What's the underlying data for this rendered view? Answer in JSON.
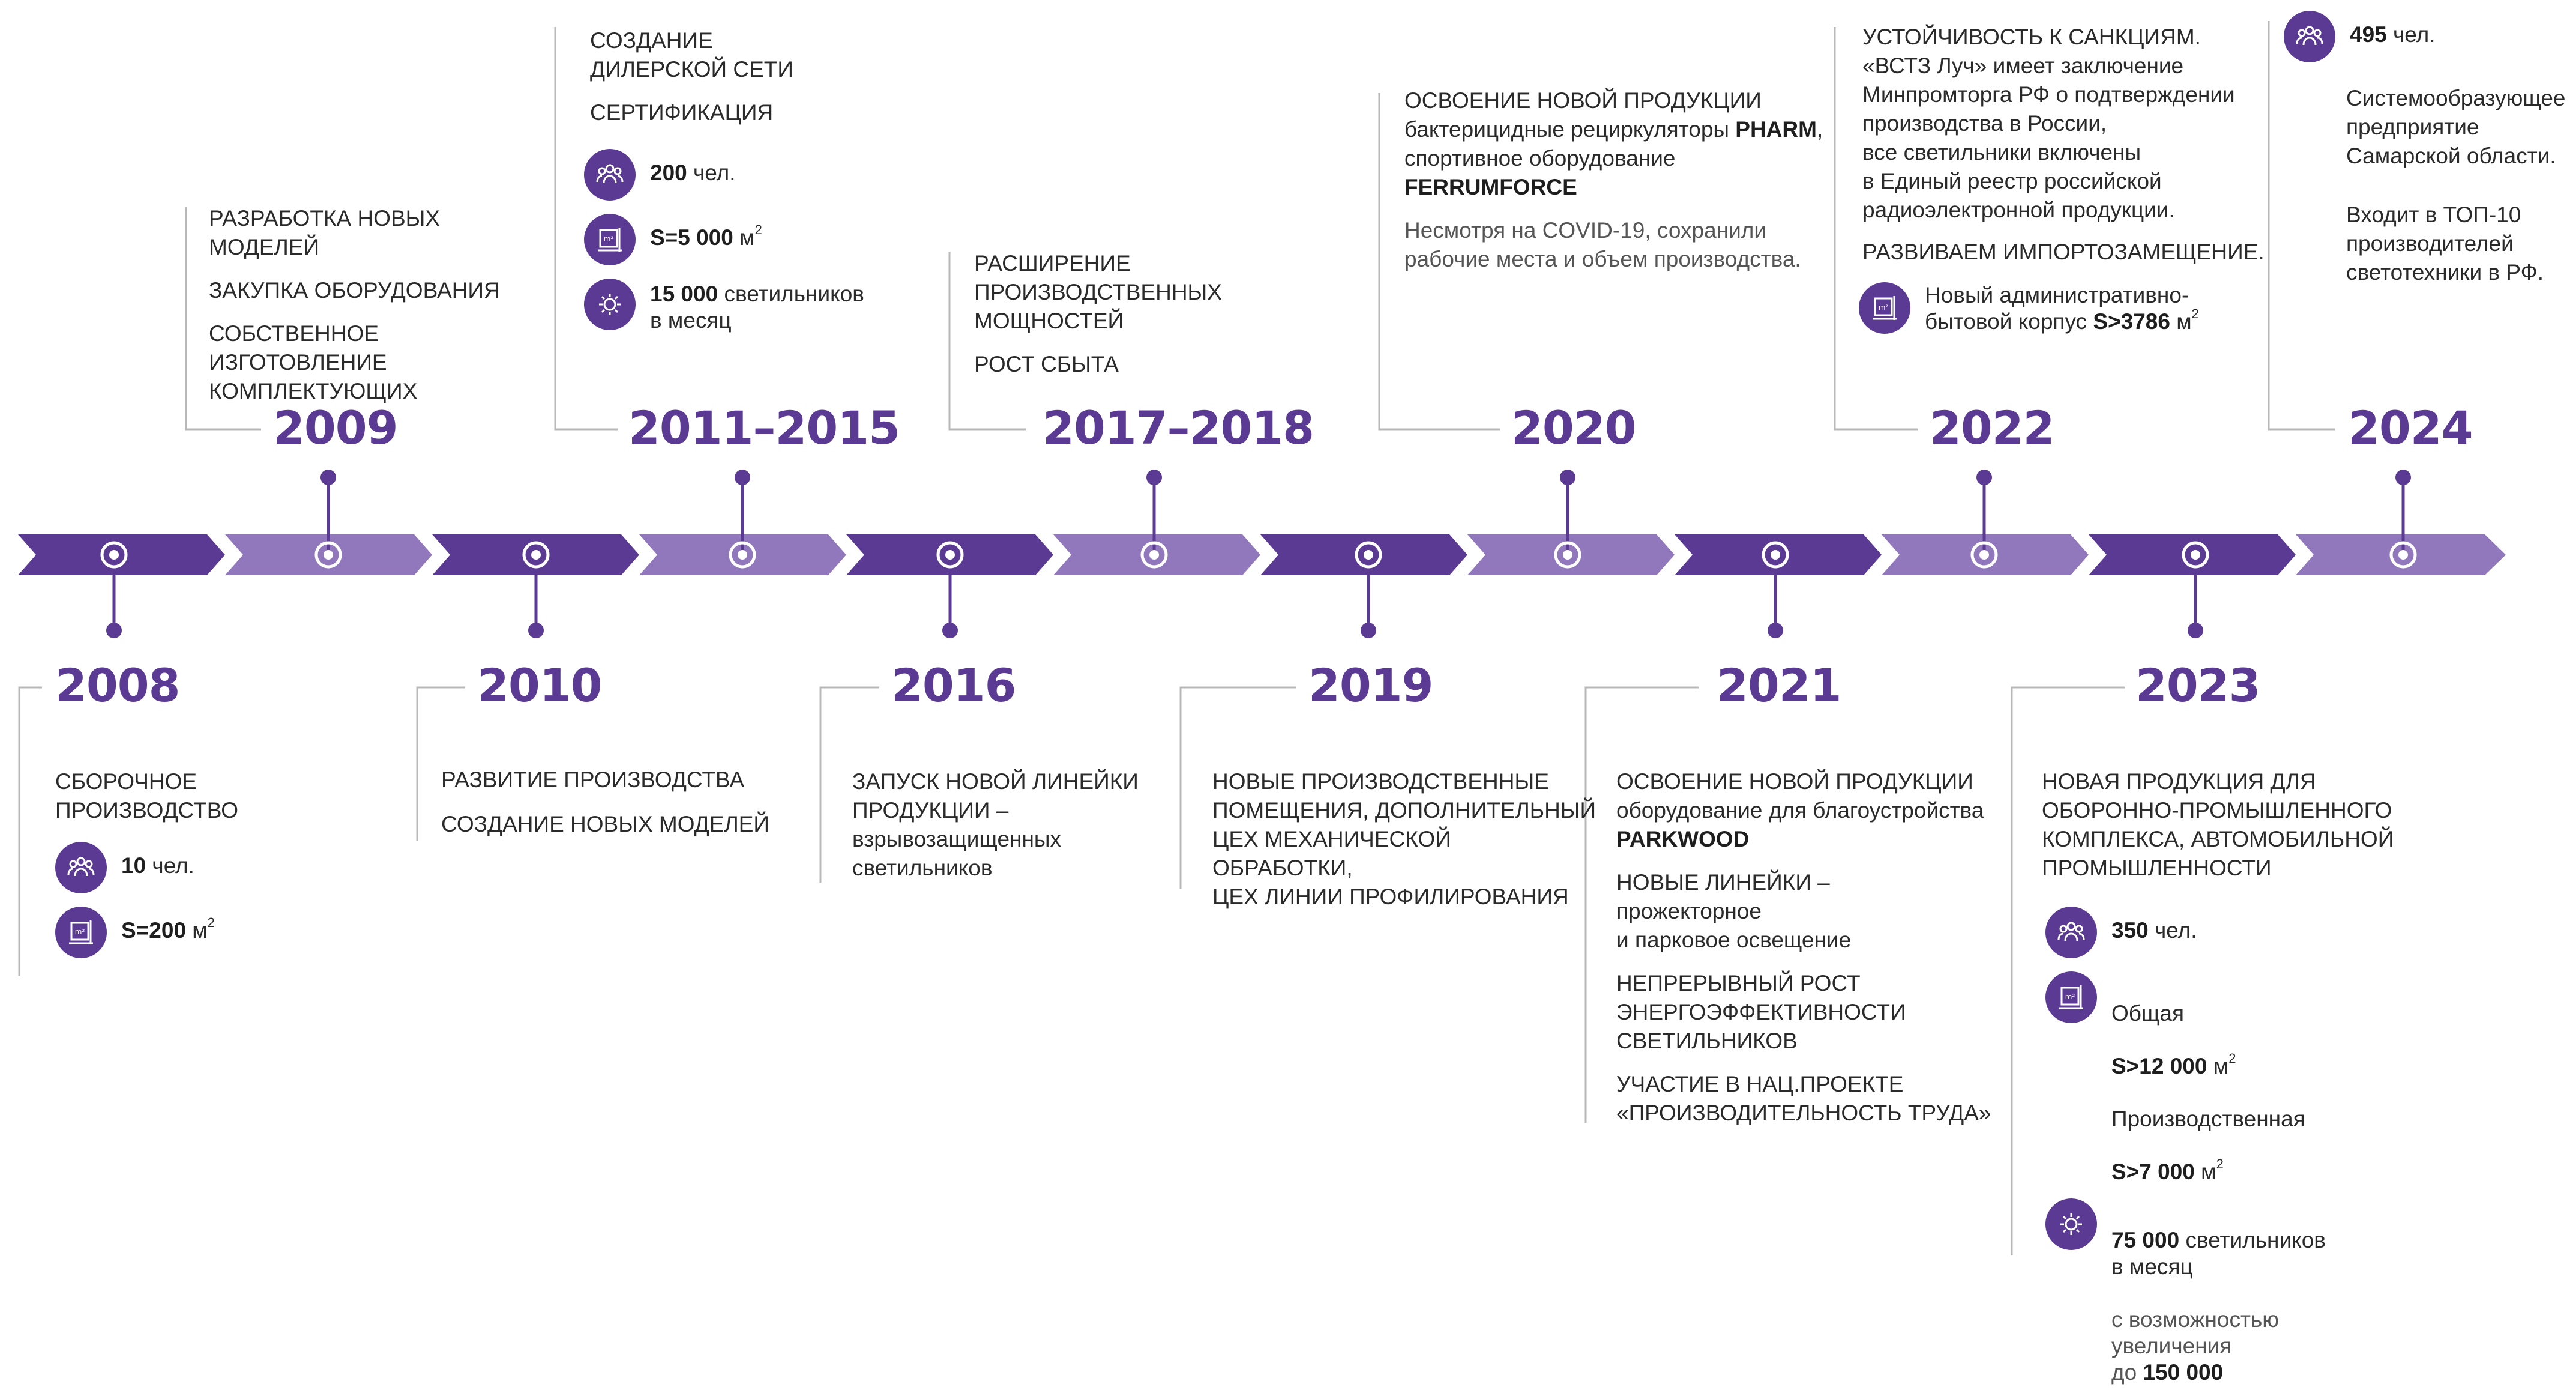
{
  "colors": {
    "dark_arrow": "#5b3a93",
    "light_arrow": "#9177bb",
    "year_text": "#5b3a93",
    "connector": "#b5b5b5"
  },
  "years": {
    "y2008": "2008",
    "y2009": "2009",
    "y2010": "2010",
    "y2011": "2011–2015",
    "y2016": "2016",
    "y2017": "2017–2018",
    "y2019": "2019",
    "y2020": "2020",
    "y2021": "2021",
    "y2022": "2022",
    "y2023": "2023",
    "y2024": "2024"
  },
  "e2008": {
    "line1": "СБОРОЧНОЕ\nПРОИЗВОДСТВО",
    "people_value": "10",
    "people_unit": " чел.",
    "area_value": "S=200",
    "area_unit": " м"
  },
  "e2009": {
    "line1": "РАЗРАБОТКА НОВЫХ МОДЕЛЕЙ",
    "line2": "ЗАКУПКА ОБОРУДОВАНИЯ",
    "line3": "СОБСТВЕННОЕ ИЗГОТОВЛЕНИЕ\nКОМПЛЕКТУЮЩИХ"
  },
  "e2010": {
    "line1": "РАЗВИТИЕ ПРОИЗВОДСТВА",
    "line2": "СОЗДАНИЕ НОВЫХ МОДЕЛЕЙ"
  },
  "e2011": {
    "line1": "СОЗДАНИЕ\nДИЛЕРСКОЙ СЕТИ",
    "line2": "СЕРТИФИКАЦИЯ",
    "people_value": "200",
    "people_unit": " чел.",
    "area_value": "S=5 000",
    "area_unit": " м",
    "output_value": "15 000",
    "output_unit": " светильников\nв месяц"
  },
  "e2016": {
    "line1": "ЗАПУСК НОВОЙ ЛИНЕЙКИ\nПРОДУКЦИИ –",
    "line2": "взрывозащищенных\nсветильников"
  },
  "e2017": {
    "line1": "РАСШИРЕНИЕ ПРОИЗВОДСТВЕННЫХ\nМОЩНОСТЕЙ",
    "line2": "РОСТ СБЫТА"
  },
  "e2019": {
    "line1": "НОВЫЕ ПРОИЗВОДСТВЕННЫЕ\nПОМЕЩЕНИЯ, ДОПОЛНИТЕЛЬНЫЙ\nЦЕХ МЕХАНИЧЕСКОЙ ОБРАБОТКИ,\nЦЕХ ЛИНИИ ПРОФИЛИРОВАНИЯ"
  },
  "e2020": {
    "line1": "ОСВОЕНИЕ НОВОЙ ПРОДУКЦИИ",
    "line2a": "бактерицидные рециркуляторы ",
    "brand1": "PHARM",
    "line2b": ",\nспортивное оборудование",
    "brand2": "FERRUMFORCE",
    "line3": "Несмотря на COVID-19, сохранили\nрабочие места и объем производства."
  },
  "e2021": {
    "line1": "ОСВОЕНИЕ НОВОЙ ПРОДУКЦИИ",
    "line1b": "оборудование для благоустройства",
    "brand": "PARKWOOD",
    "line2": "НОВЫЕ ЛИНЕЙКИ –",
    "line2b": "прожекторное\nи парковое освещение",
    "line3": "НЕПРЕРЫВНЫЙ РОСТ\nЭНЕРГОЭФФЕКТИВНОСТИ\nСВЕТИЛЬНИКОВ",
    "line4": "УЧАСТИЕ В НАЦ.ПРОЕКТЕ\n«ПРОИЗВОДИТЕЛЬНОСТЬ ТРУДА»"
  },
  "e2022": {
    "line1": "УСТОЙЧИВОСТЬ К САНКЦИЯМ.",
    "line1b": "«ВСТЗ Луч» имеет заключение\nМинпромторга РФ о подтверждении\nпроизводства в России,\nвсе светильники включены\nв Единый реестр российской\nрадиоэлектронной продукции.",
    "line2": "РАЗВИВАЕМ ИМПОРТОЗАМЕЩЕНИЕ.",
    "area_text": "Новый административно-\nбытовой корпус ",
    "area_value": "S>3786",
    "area_unit": " м"
  },
  "e2023": {
    "line1": "НОВАЯ ПРОДУКЦИЯ ДЛЯ\nОБОРОННО-ПРОМЫШЛЕННОГО\nКОМПЛЕКСА, АВТОМОБИЛЬНОЙ\nПРОМЫШЛЕННОСТИ",
    "people_value": "350",
    "people_unit": " чел.",
    "area_label1": "Общая",
    "area_value1": "S>12 000",
    "area_unit1": " м",
    "area_label2": "Производственная",
    "area_value2": "S>7 000",
    "area_unit2": " м",
    "output_value": "75 000",
    "output_unit": " светильников\nв месяц",
    "output_extra": "с возможностью\nувеличения\nдо ",
    "output_extra_value": "150 000"
  },
  "e2024": {
    "people_value": "495",
    "people_unit": " чел.",
    "line1": "Системообразующее\nпредприятие\nСамарской области.",
    "line2": "Входит в ТОП-10\nпроизводителей\nсветотехники в РФ."
  },
  "icons": {
    "people": "people-icon",
    "area": "area-m2-icon",
    "output": "gear-lamp-icon"
  }
}
